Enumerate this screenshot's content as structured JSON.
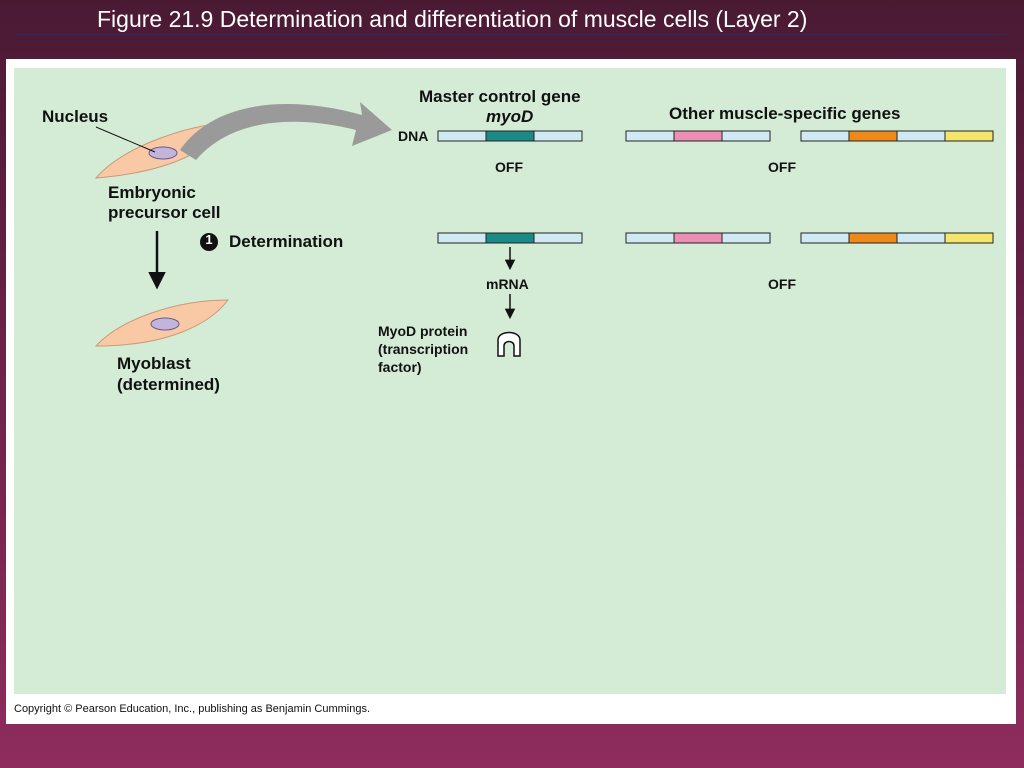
{
  "title": "Figure 21.9  Determination and differentiation of muscle cells (Layer 2)",
  "copyright": "Copyright © Pearson Education, Inc., publishing as Benjamin Cummings.",
  "labels": {
    "nucleus": "Nucleus",
    "embryonic_line1": "Embryonic",
    "embryonic_line2": "precursor cell",
    "step_number": "1",
    "determination": "Determination",
    "myoblast_line1": "Myoblast",
    "myoblast_line2": "(determined)",
    "master_gene": "Master control gene",
    "myod_gene": "myoD",
    "other_genes": "Other muscle-specific genes",
    "dna": "DNA",
    "off_myod": "OFF",
    "off_other_top": "OFF",
    "mrna": "mRNA",
    "off_other_bottom": "OFF",
    "protein_line1": "MyoD protein",
    "protein_line2": "(transcription",
    "protein_line3": "factor)"
  },
  "colors": {
    "dna_strand": "#cfeaf2",
    "myod_gene": "#1a8a86",
    "gene_pink": "#ec8fb4",
    "gene_orange": "#ef8a1a",
    "gene_yellow": "#f5e56a",
    "cell": "#f8c9a4",
    "nucleus": "#c3b4dc",
    "arrow_gray": "#9a9a9a"
  }
}
